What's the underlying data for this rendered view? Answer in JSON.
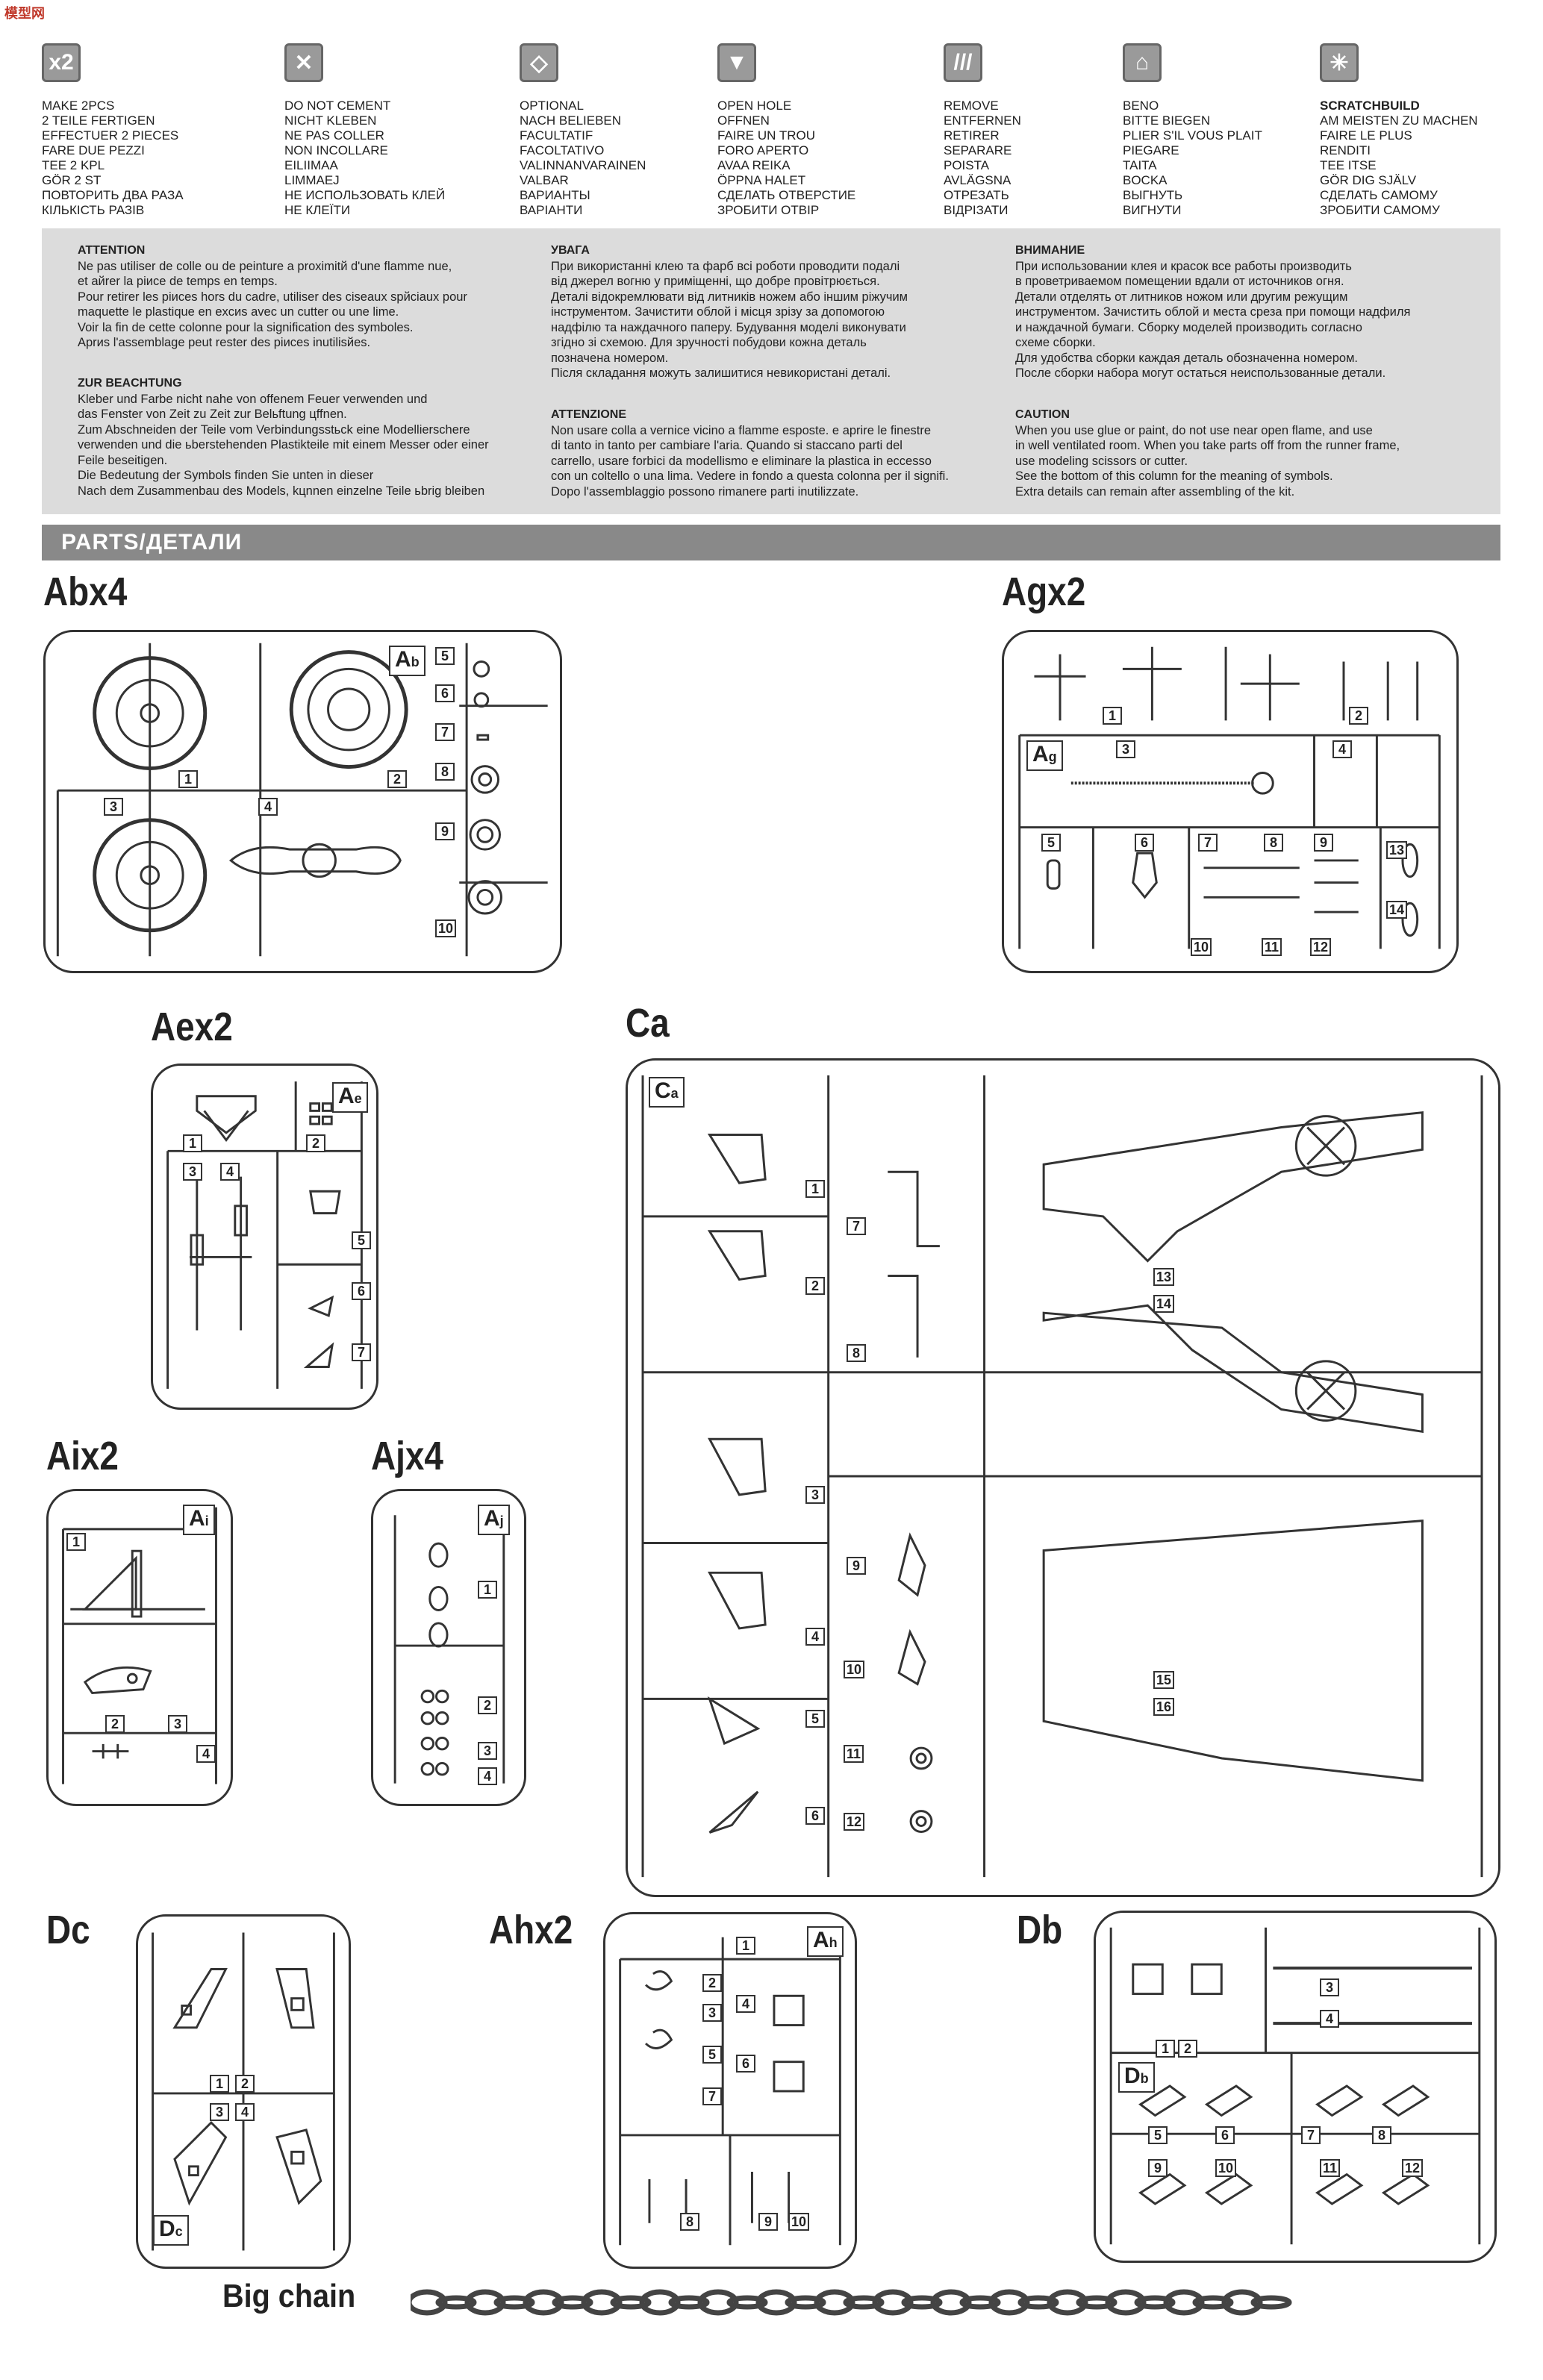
{
  "site_logo": "模型网",
  "legend": [
    {
      "icon": "x2",
      "icon_name": "make-two-icon",
      "lines": [
        "MAKE 2pcs",
        "2 TEILE FERTIGEN",
        "EFFECTUER 2 PIECES",
        "FARE DUE PEZZI",
        "TEE 2 KPL",
        "GÖR 2 ST",
        "ПОВТОРИТЬ ДВА РАЗА",
        "КІЛЬКІСТЬ РАЗІВ"
      ]
    },
    {
      "icon": "✕",
      "icon_name": "no-cement-icon",
      "lines": [
        "DO NOT CEMENT",
        "NICHT KLEBEN",
        "NE PAS COLLER",
        "NON INCOLLARE",
        "EILIIMAA",
        "LIMMAEJ",
        "НЕ ИСПОЛЬЗОВАТЬ КЛЕЙ",
        "НЕ КЛЕЇТИ"
      ]
    },
    {
      "icon": "◇",
      "icon_name": "optional-icon",
      "lines": [
        "OPTIONAL",
        "NACH BELIEBEN",
        "FACULTATIF",
        "FACOLTATIVO",
        "VALINNANVARAINEN",
        "VALBAR",
        "ВАРИАНТЫ",
        "ВАРІАНТИ"
      ]
    },
    {
      "icon": "▼",
      "icon_name": "open-hole-icon",
      "lines": [
        "OPEN HOLE",
        "OFFNEN",
        "FAIRE UN TROU",
        "FORO APERTO",
        "AVAA REIKA",
        "ÖPPNA HALET",
        "СДЕЛАТЬ ОТВЕРСТИЕ",
        "ЗРОБИТИ ОТВІР"
      ]
    },
    {
      "icon": "///",
      "icon_name": "remove-icon",
      "lines": [
        "REMOVE",
        "ENTFERNEN",
        "RETIRER",
        "SEPARARE",
        "POISTA",
        "AVLÄGSNA",
        "ОТРЕЗАТЬ",
        "ВІДРІЗАТИ"
      ]
    },
    {
      "icon": "⌂",
      "icon_name": "bend-icon",
      "lines": [
        "BENO",
        "BITTE BIEGEN",
        "PLIER S'IL VOUS PLAIT",
        "PIEGARE",
        "TAITA",
        "BOCKA",
        "ВЫГНУТЬ",
        "ВИГНУТИ"
      ]
    },
    {
      "icon": "✳",
      "icon_name": "scratchbuild-icon",
      "lines": [
        "SCRATCHBUILD",
        "AM MEISTEN ZU MACHEN",
        "FAIRE LE PLUS",
        "RENDITI",
        "TEE ITSE",
        "GÖR DIG SJÄLV",
        "СДЕЛАТЬ САМОМУ",
        "ЗРОБИТИ САМОМУ"
      ]
    }
  ],
  "warnings": {
    "fr": {
      "title": "ATTENTION",
      "text": "Ne pas utiliser de colle ou de peinture a proximitй d'une flamme nue,\net aйrer la piиce de temps en temps.\nPour retirer les piиces hors du cadre, utiliser des ciseaux spйciaux pour\nmaquette le plastique en excиs avec un cutter ou une lime.\nVoir la fin de cette colonne pour la signification des symboles.\nAprиs l'assemblage peut rester des piиces inutilisйes."
    },
    "de": {
      "title": "ZUR BEACHTUNG",
      "text": "Kleber und Farbe nicht nahe von offenem Feuer verwenden und\ndas Fenster von Zeit zu Zeit zur Belьftung цffnen.\nZum Abschneiden der Teile vom Verbindungsstьck eine Modellierschere\nverwenden und die ьberstehenden Plastikteile mit einem Messer oder einer\nFeile beseitigen.\nDie Bedeutung der Symbols finden Sie unten in dieser\nNach dem Zusammenbau des Models, kцnnen einzelne Teile ьbrig bleiben"
    },
    "ua": {
      "title": "УВАГА",
      "text": "При використанні клею та фарб всі роботи проводити подалі\nвід джерел вогню у приміщенні, що добре провітрюється.\nДеталі відокремлювати від литників ножем або іншим ріжучим\nінструментом. Зачистити облой і місця зрізу за допомогою\nнадфілю та наждачного паперу. Будування моделі виконувати\nзгідно зі схемою. Для зручності побудови кожна деталь\nпозначена номером.\nПісля складання можуть залишитися невикористані деталі."
    },
    "it": {
      "title": "ATTENZIONE",
      "text": "Non usare colla a vernice vicino a flamme esposte. e aprire le finestre\ndi tanto in tanto per cambiare l'aria. Quando si staccano parti del\ncarrello, usare forbici da modellismo e eliminare la plastica in eccesso\ncon un coltello o una lima. Vedere in fondo a questa colonna per il signifi.\nDopo l'assemblaggio possono rimanere parti inutilizzate."
    },
    "ru": {
      "title": "ВНИМАНИЕ",
      "text": "При использовании клея и красок все работы производить\nв проветриваемом помещении вдали от источников огня.\nДетали отделять от литников ножом или другим режущим\nинструментом. Зачистить облой и места среза при помощи надфиля\nи наждачной бумаги. Сборку моделей производить согласно\nсхеме сборки.\nДля удобства сборки каждая деталь обозначенна номером.\nПосле сборки набора могут остаться неиспользованные детали."
    },
    "en": {
      "title": "CAUTION",
      "text": "When you use glue or paint, do not use near open flame, and use\nin well ventilated room. When you take parts off from the runner frame,\nuse modeling scissors or cutter.\nSee the bottom of this column for the meaning of symbols.\nExtra details can remain after assembling of the kit."
    }
  },
  "parts_header": "PARTS/ДЕТАЛИ",
  "sprues": {
    "ab": {
      "title": "Abx4",
      "tag": "A",
      "sub": "b",
      "nums": [
        "1",
        "2",
        "3",
        "4",
        "5",
        "6",
        "7",
        "8",
        "9",
        "10"
      ]
    },
    "ag": {
      "title": "Agx2",
      "tag": "A",
      "sub": "g",
      "nums": [
        "1",
        "2",
        "3",
        "4",
        "5",
        "6",
        "7",
        "8",
        "9",
        "10",
        "11",
        "12",
        "13",
        "14"
      ]
    },
    "ae": {
      "title": "Aex2",
      "tag": "A",
      "sub": "e",
      "nums": [
        "1",
        "2",
        "3",
        "4",
        "5",
        "6",
        "7"
      ]
    },
    "ca": {
      "title": "Ca",
      "tag": "C",
      "sub": "a",
      "nums": [
        "1",
        "2",
        "3",
        "4",
        "5",
        "6",
        "7",
        "8",
        "9",
        "10",
        "11",
        "12",
        "13",
        "14",
        "15",
        "16"
      ]
    },
    "ai": {
      "title": "Aix2",
      "tag": "A",
      "sub": "i",
      "nums": [
        "1",
        "2",
        "3",
        "4"
      ]
    },
    "aj": {
      "title": "Ajx4",
      "tag": "A",
      "sub": "j",
      "nums": [
        "1",
        "2",
        "3",
        "4"
      ]
    },
    "dc": {
      "title": "Dc",
      "tag": "D",
      "sub": "c",
      "nums": [
        "1",
        "2",
        "3",
        "4"
      ]
    },
    "ah": {
      "title": "Ahx2",
      "tag": "A",
      "sub": "h",
      "nums": [
        "1",
        "2",
        "3",
        "4",
        "5",
        "6",
        "7",
        "8",
        "9",
        "10"
      ]
    },
    "db": {
      "title": "Db",
      "tag": "D",
      "sub": "b",
      "nums": [
        "1",
        "2",
        "3",
        "4",
        "5",
        "6",
        "7",
        "8",
        "9",
        "10",
        "11",
        "12"
      ]
    }
  },
  "chain_label": "Big chain"
}
